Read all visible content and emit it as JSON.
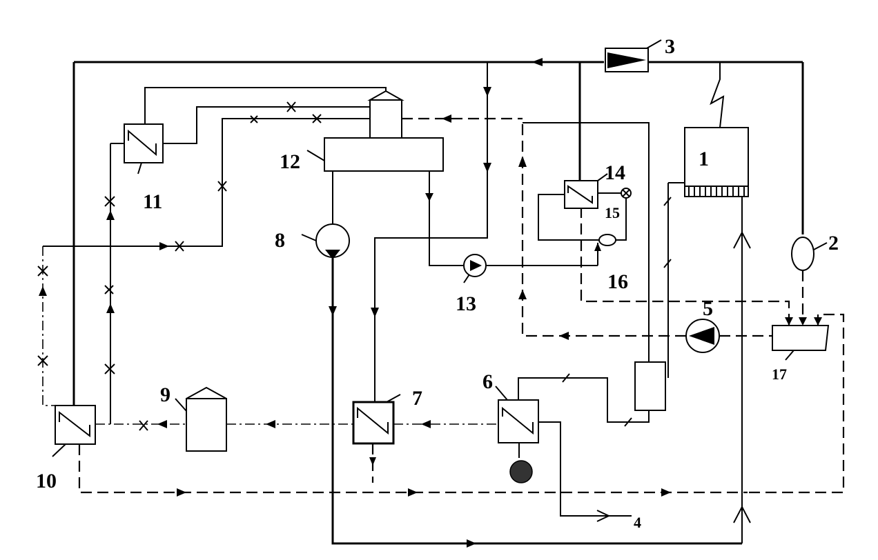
{
  "diagram": {
    "labels": {
      "l1": "1",
      "l2": "2",
      "l3": "3",
      "l4": "4",
      "l5": "5",
      "l6": "6",
      "l7": "7",
      "l8": "8",
      "l9": "9",
      "l10": "10",
      "l11": "11",
      "l12": "12",
      "l13": "13",
      "l14": "14",
      "l15": "15",
      "l16": "16",
      "l17": "17"
    },
    "line_styles": [
      "solid",
      "dashed",
      "dash-dot",
      "cross-marked"
    ],
    "colors": {
      "ink": "#000000",
      "background": "#ffffff"
    }
  }
}
